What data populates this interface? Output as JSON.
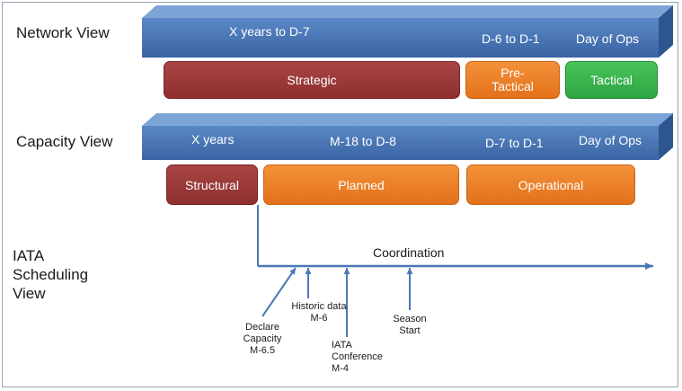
{
  "colors": {
    "band_front": "#4a78b8",
    "band_top": "#7da4d6",
    "band_side": "#2d5690",
    "strategic": "#8f2f2f",
    "pre_tactical": "#e2711a",
    "tactical": "#2ea443",
    "arrow": "#4a78b8"
  },
  "network_view": {
    "label": "Network View",
    "band": {
      "segment_1": "X years to D-7",
      "segment_2": "D-6 to D-1",
      "segment_3": "Day of Ops"
    },
    "phases": {
      "strategic": "Strategic",
      "pre_tactical": "Pre-\nTactical",
      "tactical": "Tactical"
    }
  },
  "capacity_view": {
    "label": "Capacity View",
    "band": {
      "segment_1": "X years",
      "segment_2": "M-18 to D-8",
      "segment_3": "D-7 to D-1",
      "segment_4": "Day of Ops"
    },
    "phases": {
      "structural": "Structural",
      "planned": "Planned",
      "operational": "Operational"
    }
  },
  "iata_view": {
    "label": "IATA\nScheduling\nView",
    "timeline_label": "Coordination",
    "milestones": {
      "declare_capacity": "Declare\nCapacity\nM-6.5",
      "historic_data": "Historic data\nM-6",
      "iata_conference": "IATA\nConference\nM-4",
      "season_start": "Season\nStart"
    }
  }
}
